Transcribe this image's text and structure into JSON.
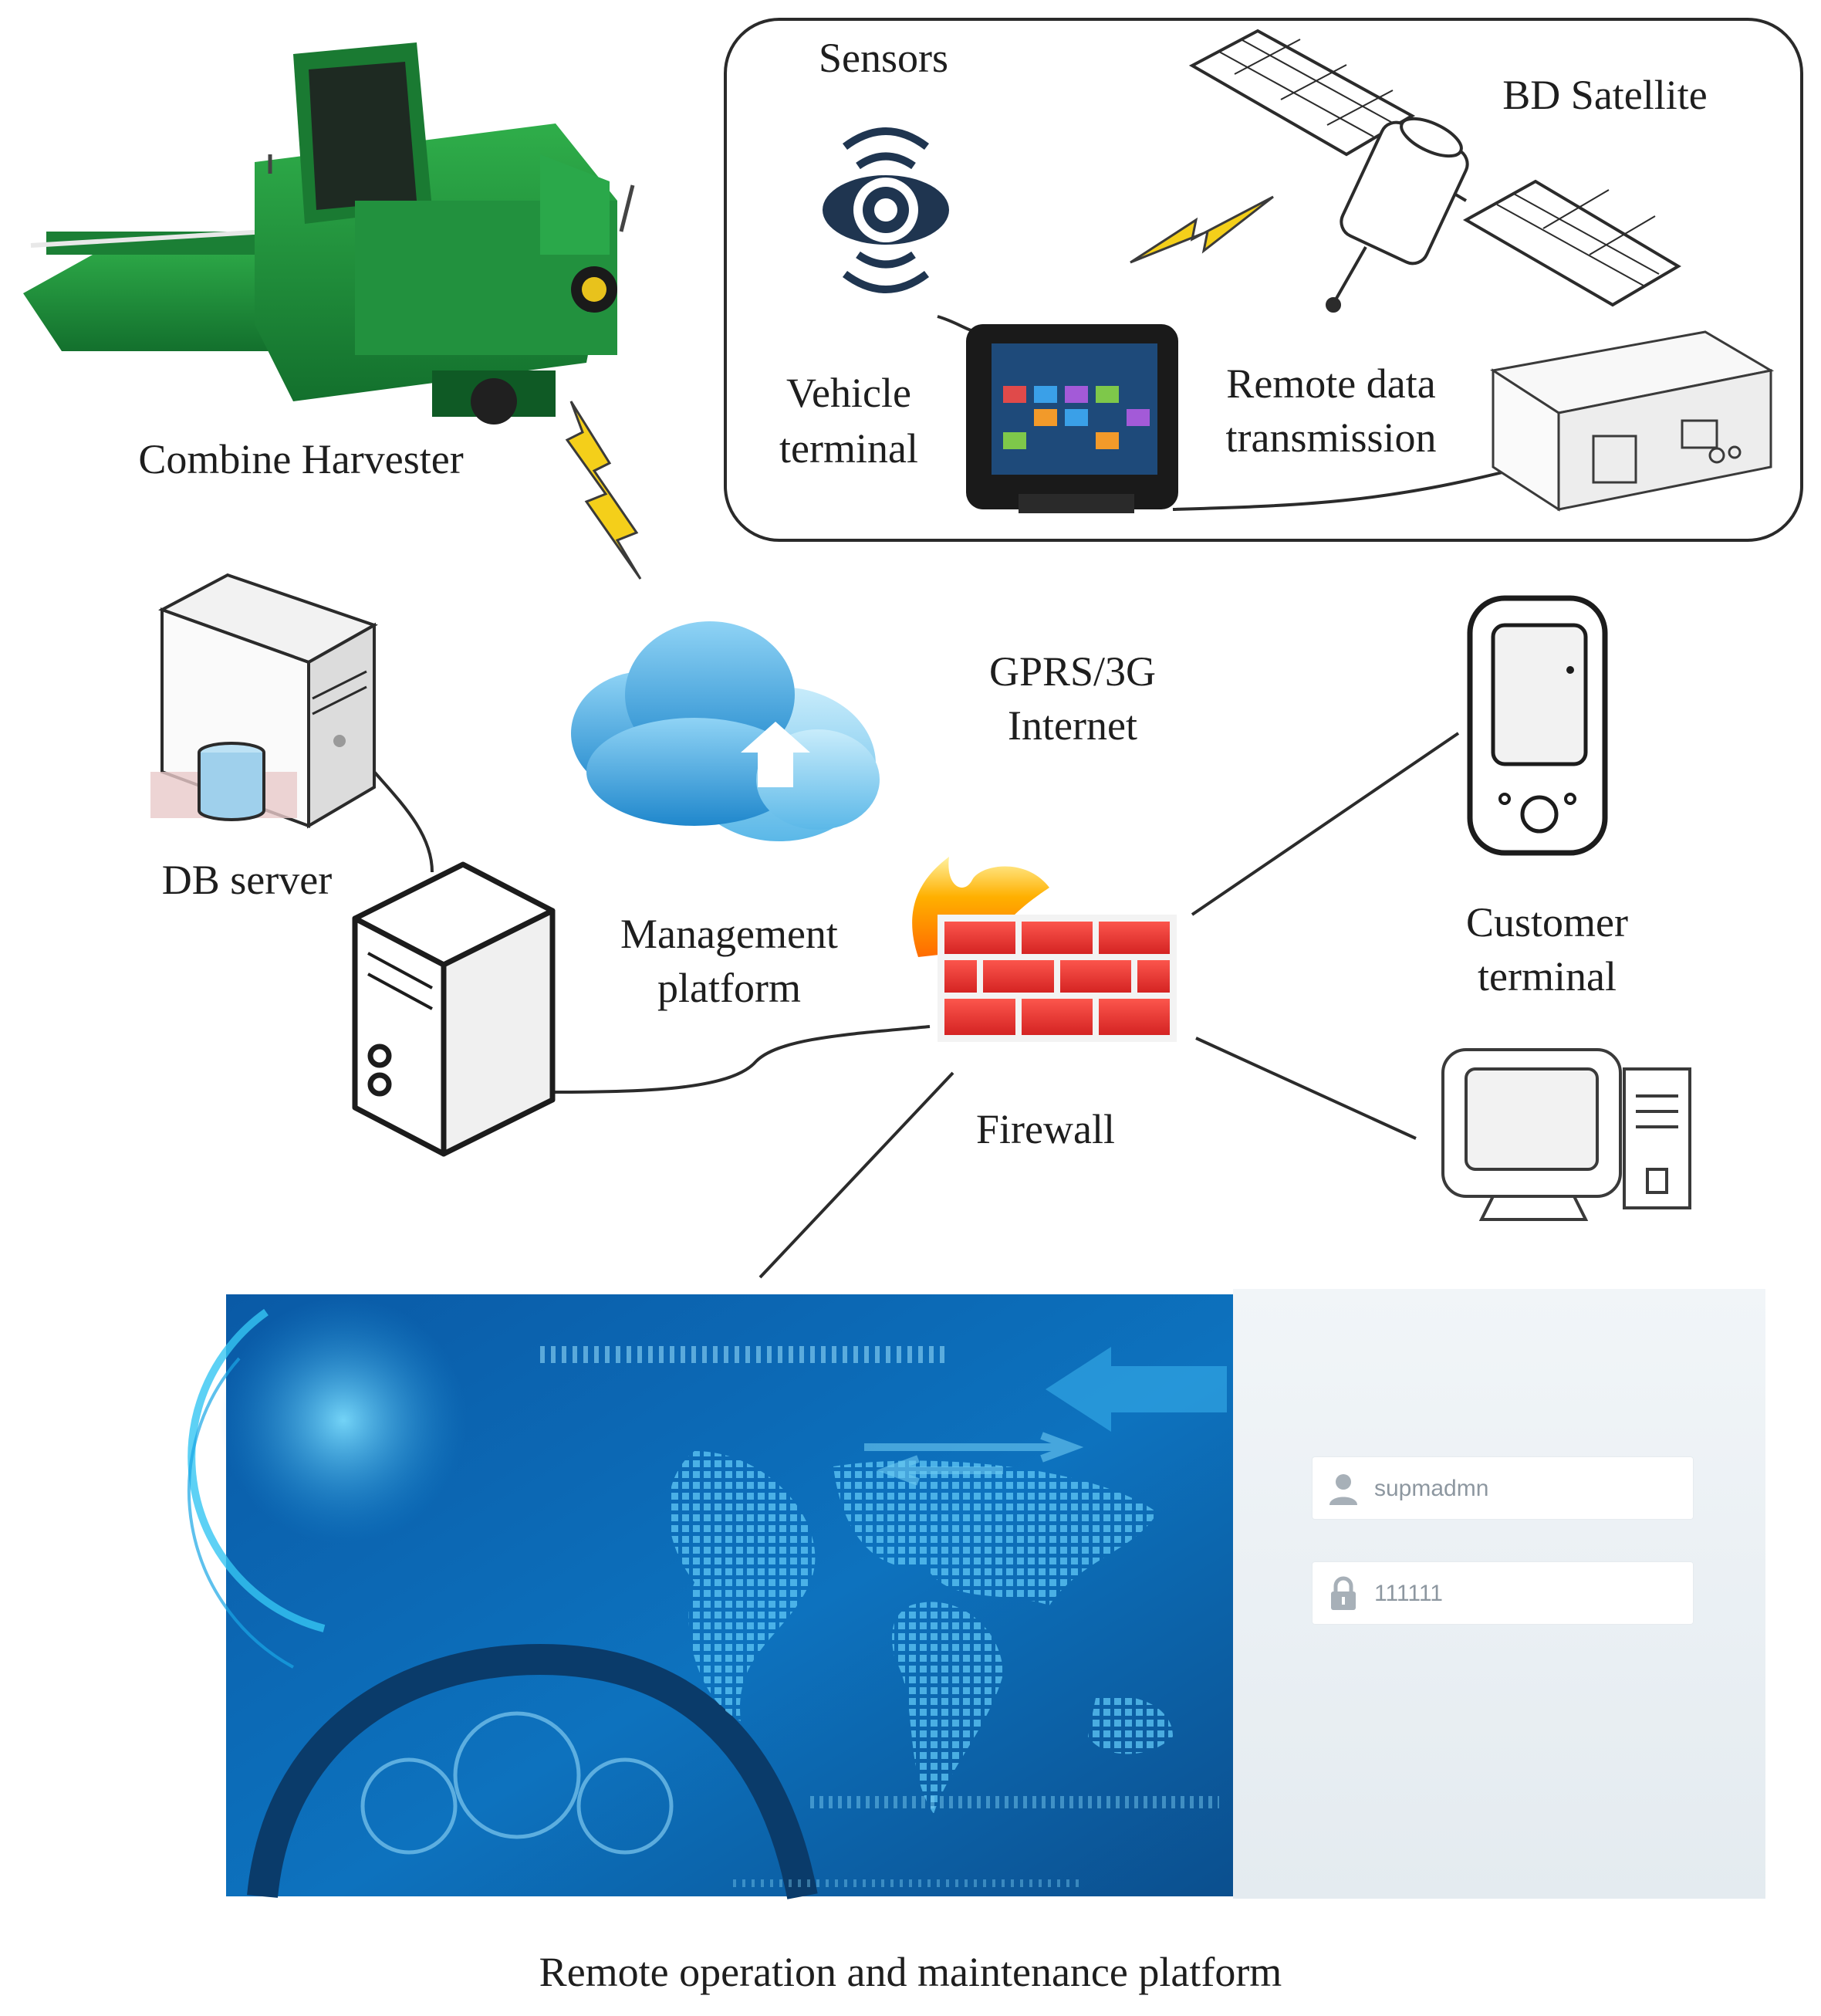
{
  "labels": {
    "combine_harvester": "Combine Harvester",
    "sensors": "Sensors",
    "bd_satellite": "BD Satellite",
    "vehicle_terminal_1": "Vehicle",
    "vehicle_terminal_2": "terminal",
    "remote_data_1": "Remote data",
    "remote_data_2": "transmission",
    "gprs_1": "GPRS/3G",
    "gprs_2": "Internet",
    "db_server": "DB server",
    "management_1": "Management",
    "management_2": "platform",
    "firewall": "Firewall",
    "customer_1": "Customer",
    "customer_2": "terminal",
    "platform_caption": "Remote operation and maintenance platform"
  },
  "login": {
    "username_value": "supmadmn",
    "password_value": "111111"
  },
  "colors": {
    "harvester_green": "#1f8a3a",
    "lightning_yellow": "#f4cf1a",
    "cloud_blue": "#3ea6e0",
    "firewall_red": "#e53030",
    "screen_blue": "#0f69b4"
  },
  "icons": [
    "harvester-icon",
    "sensor-icon",
    "satellite-icon",
    "tablet-icon",
    "data-transmission-box-icon",
    "cloud-icon",
    "db-server-icon",
    "management-server-icon",
    "firewall-icon",
    "mobile-phone-icon",
    "desktop-computer-icon",
    "lightning-icon",
    "user-icon",
    "lock-icon"
  ]
}
